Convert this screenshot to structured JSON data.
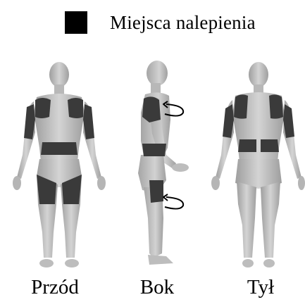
{
  "legend": {
    "label": "Miejsca nalepienia",
    "swatch_color": "#000000"
  },
  "views": [
    {
      "id": "front",
      "label": "Przód"
    },
    {
      "id": "side",
      "label": "Bok"
    },
    {
      "id": "back",
      "label": "Tył"
    }
  ],
  "colors": {
    "skin": "#c9c9c9",
    "skin_dark": "#a9a9a9",
    "patch": "#3a3a3a",
    "arrow": "#000000"
  }
}
